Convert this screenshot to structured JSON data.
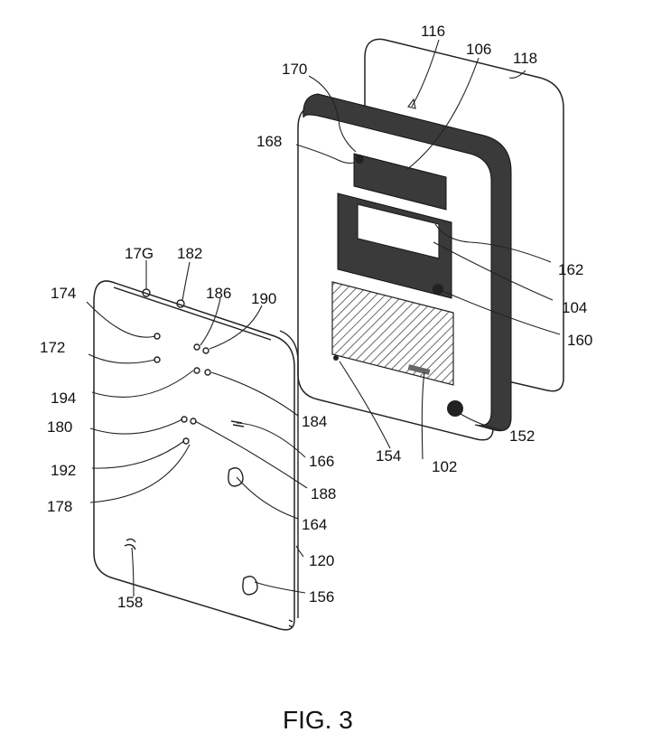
{
  "caption": "FIG. 3",
  "labels": {
    "l116": "116",
    "l106": "106",
    "l118": "118",
    "l170": "170",
    "l168": "168",
    "l162": "162",
    "l104": "104",
    "l160": "160",
    "l152": "152",
    "l102": "102",
    "l154": "154",
    "l176": "17G",
    "l182": "182",
    "l186": "186",
    "l190": "190",
    "l174": "174",
    "l172": "172",
    "l194": "194",
    "l184": "184",
    "l180": "180",
    "l166": "166",
    "l192": "192",
    "l188": "188",
    "l178": "178",
    "l164": "164",
    "l120": "120",
    "l158": "158",
    "l156": "156"
  }
}
